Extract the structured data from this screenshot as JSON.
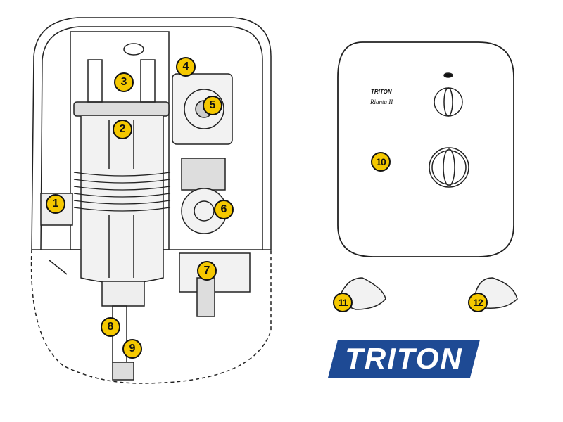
{
  "diagram": {
    "title": "Triton shower exploded parts diagram",
    "markers": [
      "1",
      "2",
      "3",
      "4",
      "5",
      "6",
      "7",
      "8",
      "9",
      "10",
      "11",
      "12"
    ],
    "panel_brand": "TRITON",
    "panel_model": "Rianta II",
    "logo_text": "TRITON",
    "colors": {
      "marker": "#f5c800",
      "logo": "#1e4a94",
      "line": "#222222"
    }
  }
}
